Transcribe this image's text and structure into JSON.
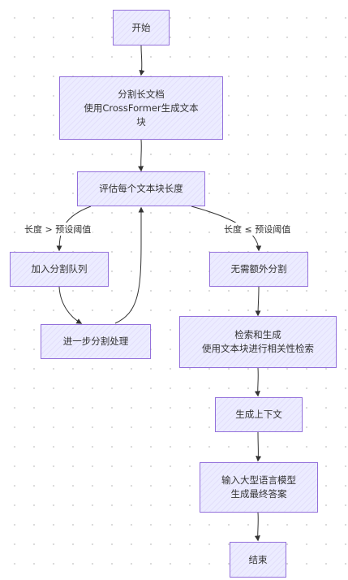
{
  "nodes": {
    "start": {
      "lines": [
        "开始"
      ]
    },
    "split": {
      "lines": [
        "分割长文档",
        "使用CrossFormer生成文本",
        "块"
      ]
    },
    "evaluate": {
      "lines": [
        "评估每个文本块长度"
      ]
    },
    "queue": {
      "lines": [
        "加入分割队列"
      ]
    },
    "further": {
      "lines": [
        "进一步分割处理"
      ]
    },
    "nosplit": {
      "lines": [
        "无需额外分割"
      ]
    },
    "retrieve": {
      "lines": [
        "检索和生成",
        "使用文本块进行相关性检索"
      ]
    },
    "context": {
      "lines": [
        "生成上下文"
      ]
    },
    "llm": {
      "lines": [
        "输入大型语言模型",
        "生成最终答案"
      ]
    },
    "end": {
      "lines": [
        "结束"
      ]
    }
  },
  "edges": {
    "gt_label": "长度 > 预设阈值",
    "le_label": "长度 ≤ 预设阈值"
  },
  "colors": {
    "node_fill": "#ececff",
    "node_stroke": "#9370db",
    "edge": "#333333"
  }
}
